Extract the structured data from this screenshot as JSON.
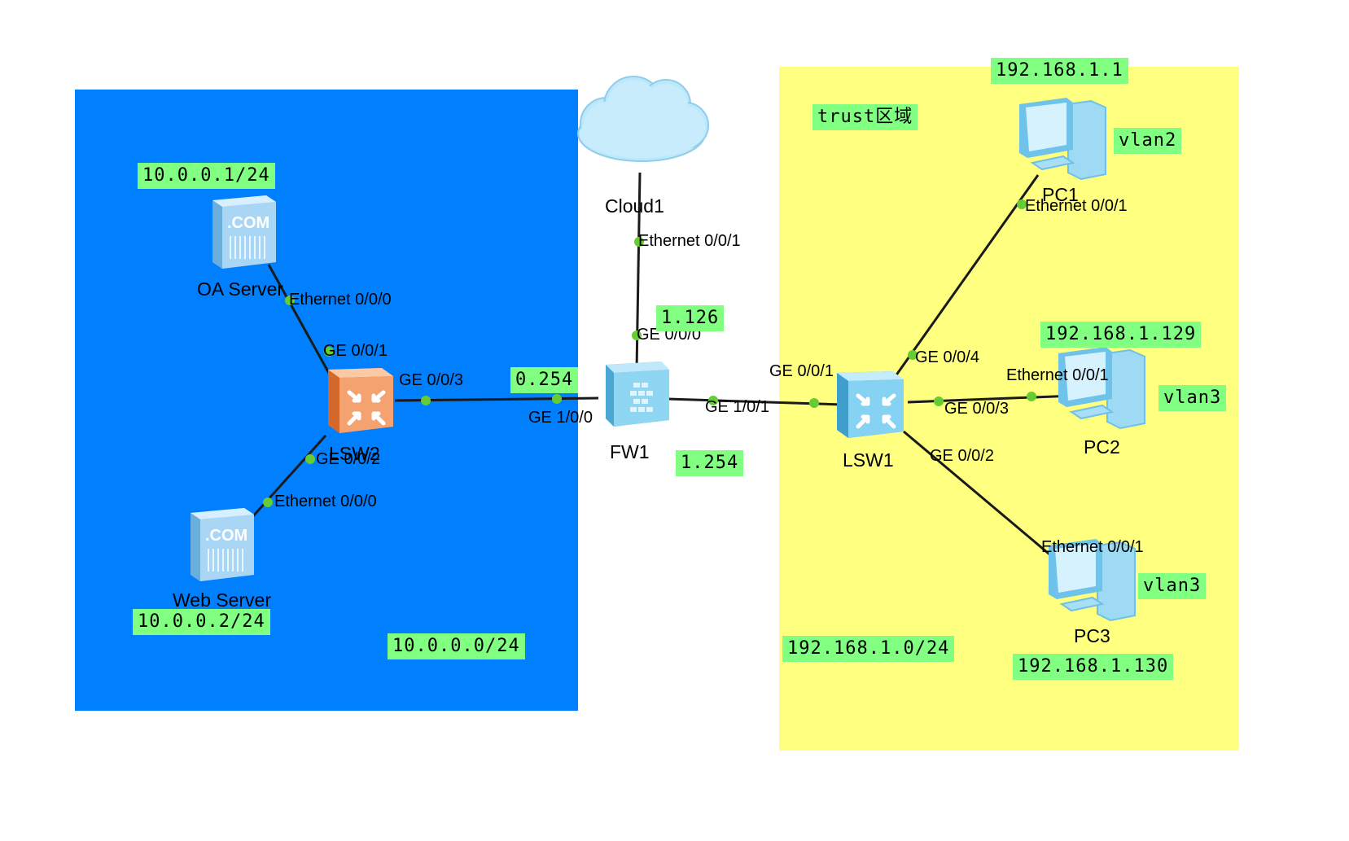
{
  "zones": {
    "blue": {
      "color": "#0080ff",
      "subnet": "10.0.0.0/24"
    },
    "yellow": {
      "color": "#ffff80",
      "subnet": "192.168.1.0/24",
      "title": "trust区域"
    }
  },
  "devices": {
    "cloud": {
      "name": "Cloud1",
      "icon": "cloud-icon"
    },
    "fw": {
      "name": "FW1",
      "icon": "firewall-icon"
    },
    "lsw1": {
      "name": "LSW1",
      "icon": "switch-icon"
    },
    "lsw2": {
      "name": "LSW2",
      "icon": "switch-icon"
    },
    "oa": {
      "name": "OA Server",
      "icon": "server-icon",
      "ip": "10.0.0.1/24"
    },
    "web": {
      "name": "Web Server",
      "icon": "server-icon",
      "ip": "10.0.0.2/24"
    },
    "pc1": {
      "name": "PC1",
      "icon": "pc-icon",
      "ip": "192.168.1.1",
      "vlan": "vlan2"
    },
    "pc2": {
      "name": "PC2",
      "icon": "pc-icon",
      "ip": "192.168.1.129",
      "vlan": "vlan3"
    },
    "pc3": {
      "name": "PC3",
      "icon": "pc-icon",
      "ip": "192.168.1.130",
      "vlan": "vlan3"
    }
  },
  "ports": {
    "oa_eth": "Ethernet 0/0/0",
    "lsw2_g1": "GE 0/0/1",
    "lsw2_g3": "GE 0/0/3",
    "lsw2_g2": "GE 0/0/2",
    "web_eth": "Ethernet 0/0/0",
    "fw_g100": "GE 1/0/0",
    "fw_g000": "GE 0/0/0",
    "fw_g101": "GE 1/0/1",
    "cloud_eth": "Ethernet 0/0/1",
    "lsw1_g1": "GE 0/0/1",
    "lsw1_g4": "GE 0/0/4",
    "lsw1_g3": "GE 0/0/3",
    "lsw1_g2": "GE 0/0/2",
    "pc1_eth": "Ethernet 0/0/1",
    "pc2_eth": "Ethernet 0/0/1",
    "pc3_eth": "Ethernet 0/0/1"
  },
  "interface_ips": {
    "fw_g100": "0.254",
    "fw_g000": "1.126",
    "fw_g101": "1.254"
  },
  "colors": {
    "link": "#1a1a1a",
    "port_dot": "#66cc33",
    "tag_bg": "#80ff80",
    "server": "#a9d6f5",
    "switch_blue": "#7fd3f2",
    "switch_orange": "#f39a5e",
    "pc": "#b7e7fa"
  }
}
